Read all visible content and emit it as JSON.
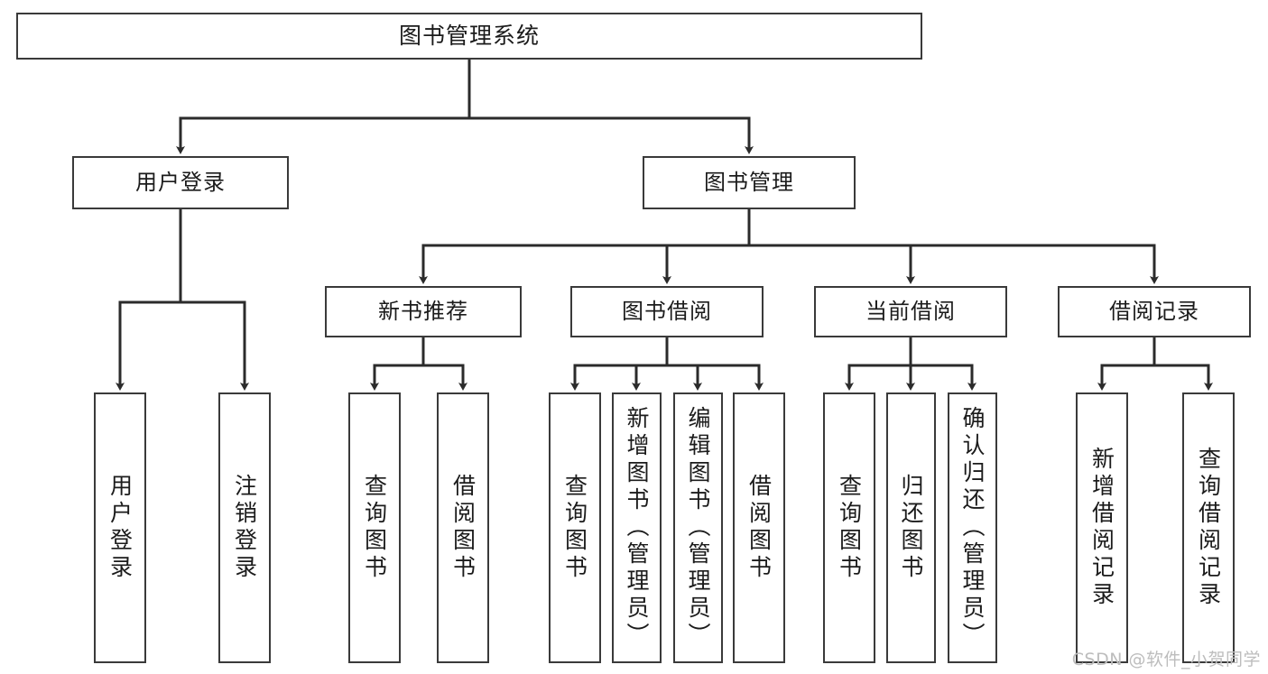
{
  "diagram": {
    "title": "图书管理系统",
    "type": "tree-hierarchy",
    "colors": {
      "box_border": "#3a3a3a",
      "box_fill": "#ffffff",
      "connector": "#2b2b2b",
      "text": "#1b1b1b",
      "watermark": "#bdbdbd",
      "background": "#ffffff"
    },
    "root": {
      "label": "图书管理系统"
    },
    "level2": [
      {
        "label": "用户登录"
      },
      {
        "label": "图书管理"
      }
    ],
    "level3": [
      {
        "label": "新书推荐"
      },
      {
        "label": "图书借阅"
      },
      {
        "label": "当前借阅"
      },
      {
        "label": "借阅记录"
      }
    ],
    "leaves": {
      "user_login": [
        {
          "label": "用户登录"
        },
        {
          "label": "注销登录"
        }
      ],
      "new_book_recommend": [
        {
          "label": "查询图书"
        },
        {
          "label": "借阅图书"
        }
      ],
      "book_borrow": [
        {
          "label": "查询图书"
        },
        {
          "label": "新增图书（管理员）"
        },
        {
          "label": "编辑图书（管理员）"
        },
        {
          "label": "借阅图书"
        }
      ],
      "current_borrow": [
        {
          "label": "查询图书"
        },
        {
          "label": "归还图书"
        },
        {
          "label": "确认归还（管理员）"
        }
      ],
      "borrow_record": [
        {
          "label": "新增借阅记录"
        },
        {
          "label": "查询借阅记录"
        }
      ]
    }
  },
  "watermark": {
    "text": "CSDN @软件_小贺同学"
  }
}
